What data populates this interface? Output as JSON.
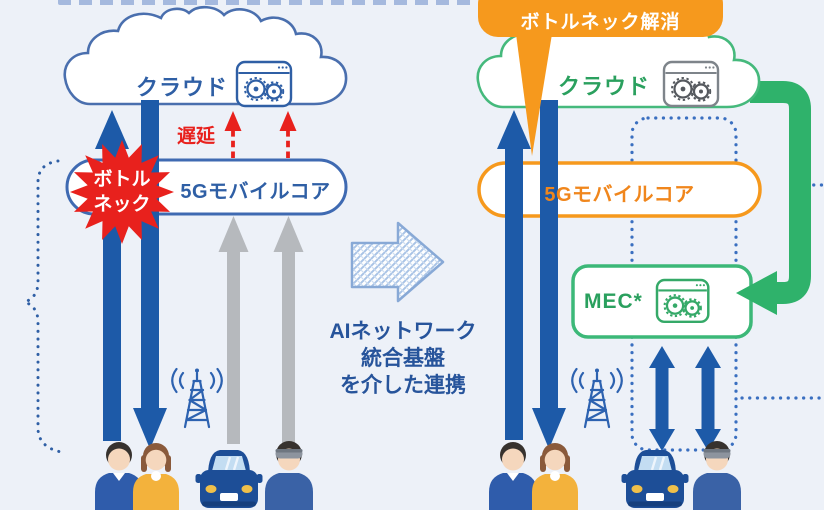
{
  "colors": {
    "background": "#edf1f8",
    "blue_arrow": "#1d5aa8",
    "blue_text": "#2d5ca8",
    "blue_outline": "#4a6fae",
    "red": "#e8211d",
    "orange": "#f6991d",
    "green": "#2fb26b",
    "gray_arrow": "#b6b9bd"
  },
  "left_system": {
    "cloud_label": "クラウド",
    "delay_label": "遅延",
    "core_label": "5Gモバイルコア",
    "bottleneck_label_line1": "ボトル",
    "bottleneck_label_line2": "ネック"
  },
  "transition": {
    "caption_line1": "AIネットワーク",
    "caption_line2": "統合基盤",
    "caption_line3": "を介した連携"
  },
  "right_system": {
    "banner_label": "ボトルネック解消",
    "cloud_label": "クラウド",
    "core_label": "5Gモバイルコア",
    "mec_label": "MEC*"
  }
}
